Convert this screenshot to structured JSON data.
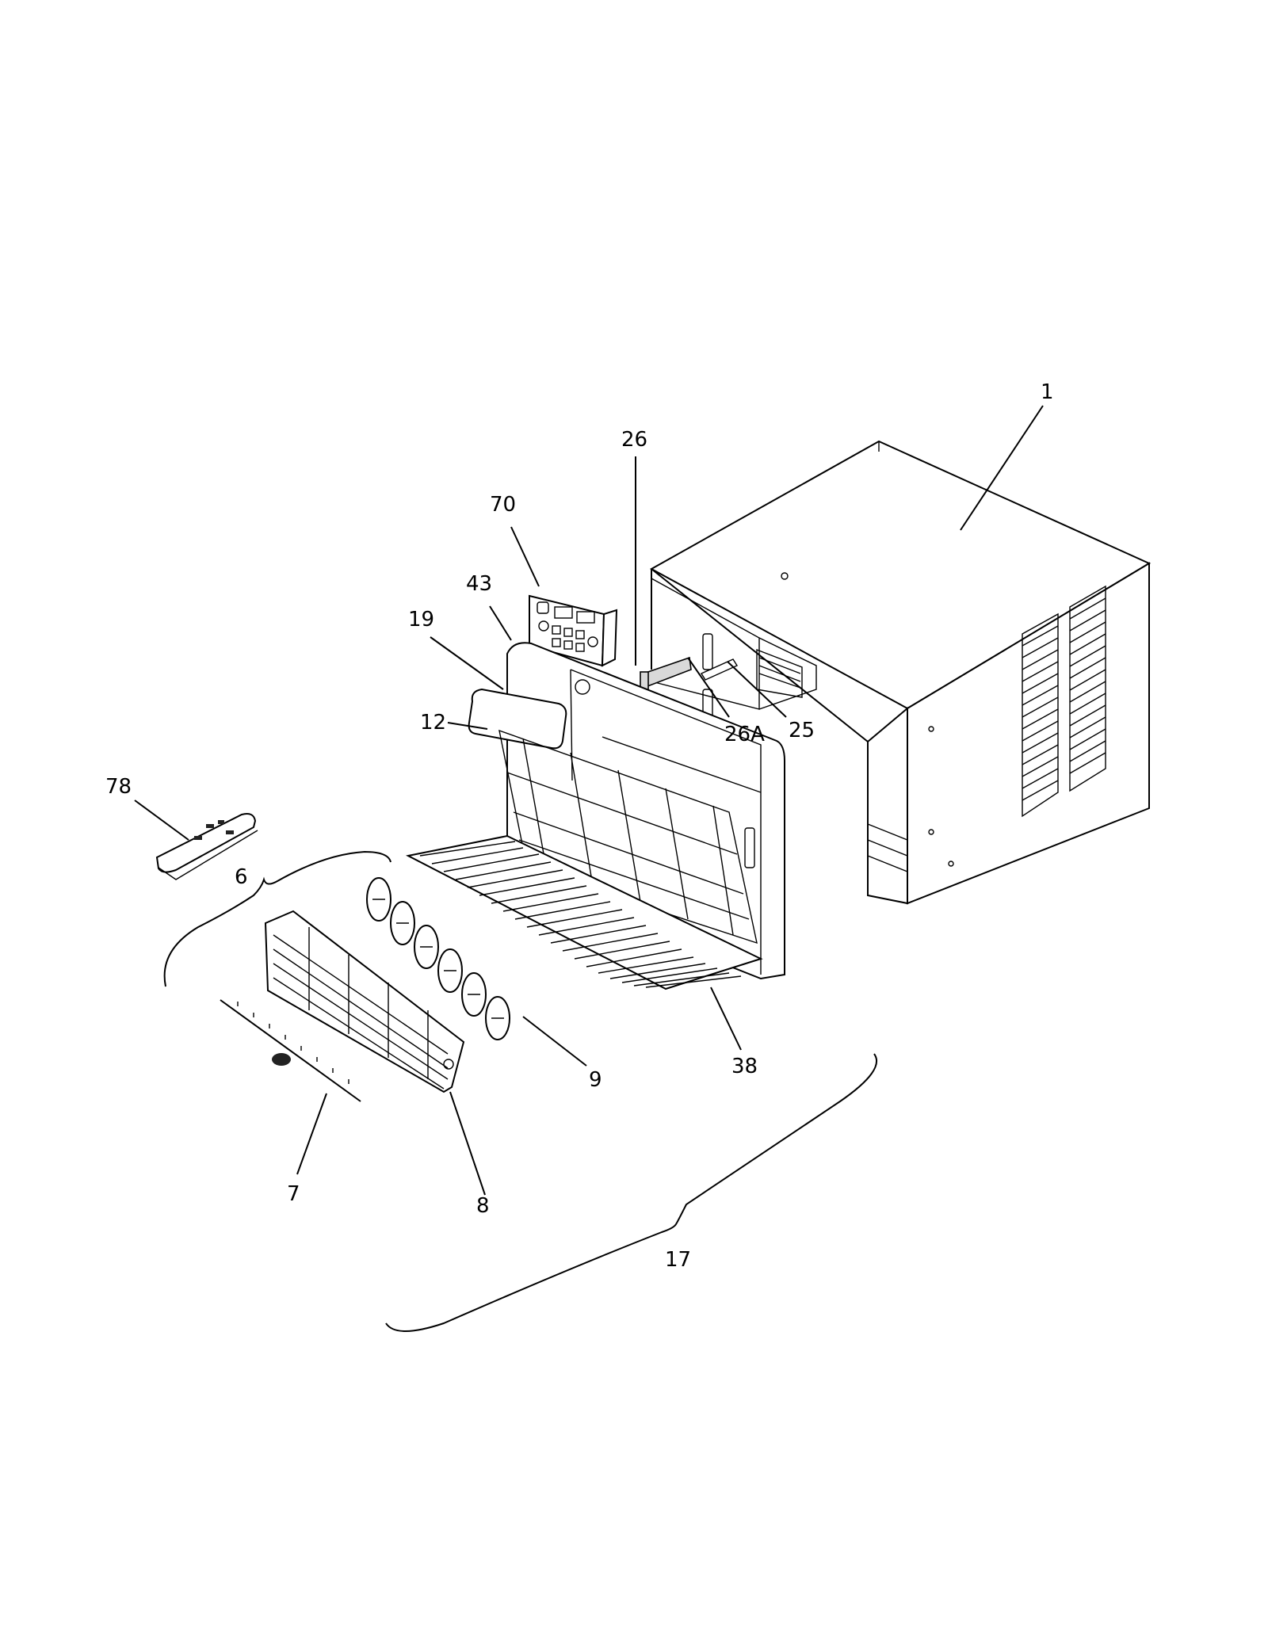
{
  "callouts": {
    "c1": "1",
    "c26": "26",
    "c70": "70",
    "c43": "43",
    "c19": "19",
    "c12": "12",
    "c26a": "26A",
    "c25": "25",
    "c78": "78",
    "c6": "6",
    "c9": "9",
    "c38": "38",
    "c7": "7",
    "c8": "8",
    "c17": "17"
  }
}
